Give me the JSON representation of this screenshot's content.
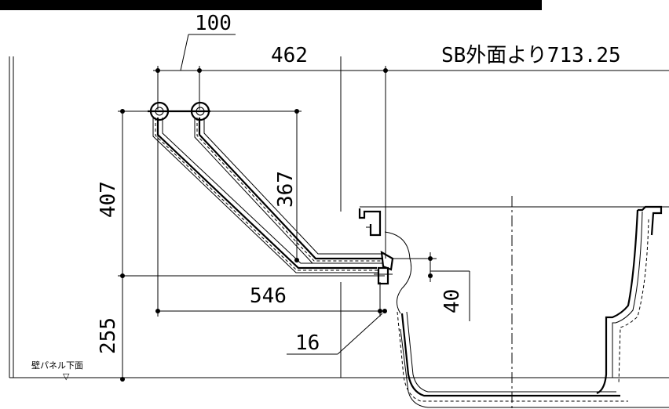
{
  "dimensions": {
    "d100": "100",
    "d462": "462",
    "sb_offset": "SB外面より713.25",
    "d407": "407",
    "d367": "367",
    "d546": "546",
    "d40": "40",
    "d255": "255",
    "d16": "16"
  },
  "labels": {
    "wall_panel_bottom": "壁パネル下面",
    "level_mark": "▽"
  }
}
